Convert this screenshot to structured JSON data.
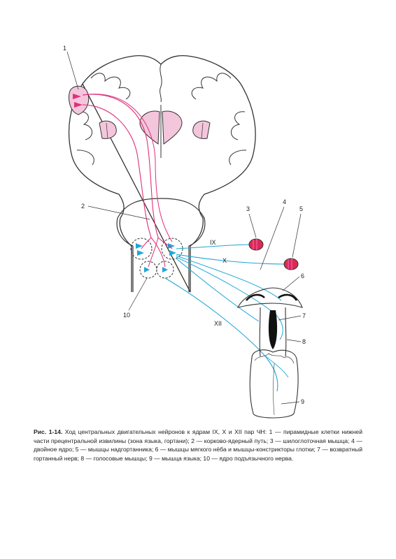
{
  "figure": {
    "labels": {
      "n1": "1",
      "n2": "2",
      "n3": "3",
      "n4": "4",
      "n5": "5",
      "n6": "6",
      "n7": "7",
      "n8": "8",
      "n9": "9",
      "n10": "10",
      "IX": "IX",
      "X": "X",
      "XII": "XII"
    },
    "colors": {
      "motor_pathway": "#e0307a",
      "nerve_pathway": "#1ea7d6",
      "brain_tissue_fill": "#f3c6dc",
      "outline": "#333333"
    }
  },
  "caption": {
    "figure_number": "Рис. 1-14.",
    "text": " Ход центральных двигательных нейронов к ядрам IX, X и XII пар ЧН: 1 — пирамидные клетки нижней части прецентральной извилины (зона языка, гортани); 2 — корково-ядерный путь; 3 — шилоглоточная мышца; 4 — двойное ядро; 5 — мышцы надгортанника; 6 — мышцы мягкого нёба и мышцы-констрикторы глотки; 7 — возвратный гортанный нерв; 8 — голосовые мышцы; 9 — мышца языка; 10 — ядро подъязычного нерва."
  }
}
